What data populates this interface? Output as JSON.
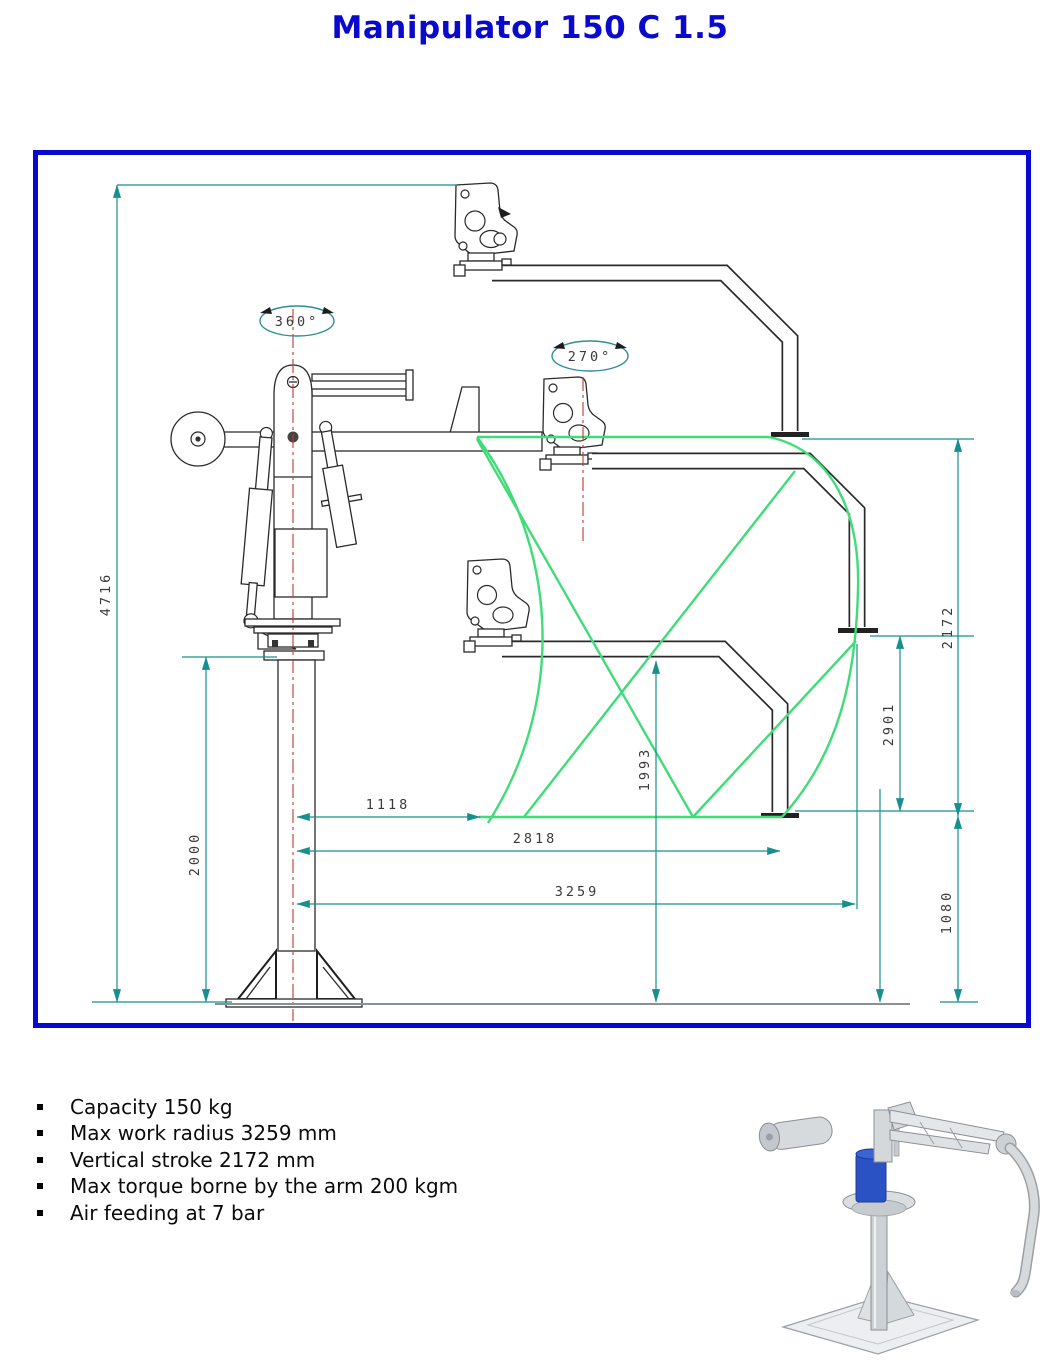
{
  "title": "Manipulator 150 C 1.5",
  "specs": {
    "items": [
      "Capacity 150 kg",
      "Max work radius 3259 mm",
      "Vertical stroke 2172 mm",
      "Max torque borne by the arm 200 kgm",
      "Air feeding at 7 bar"
    ]
  },
  "drawing": {
    "rotations": {
      "column": "360°",
      "arm": "270°"
    },
    "dimensions": {
      "total_height": "4716",
      "column_height": "2000",
      "vertical_stroke": "2172",
      "upper_hook_travel": "2901",
      "lower_hook_height": "1080",
      "hook_clearance": "1993",
      "min_radius": "1118",
      "mid_radius": "2818",
      "max_radius": "3259"
    },
    "colors": {
      "frame_border": "#0808d0",
      "dimension_lines": "#178f8f",
      "work_envelope": "#3fdc78",
      "centerline": "#c0392b"
    }
  },
  "photo": {
    "accent_color": "#2b52c4"
  }
}
